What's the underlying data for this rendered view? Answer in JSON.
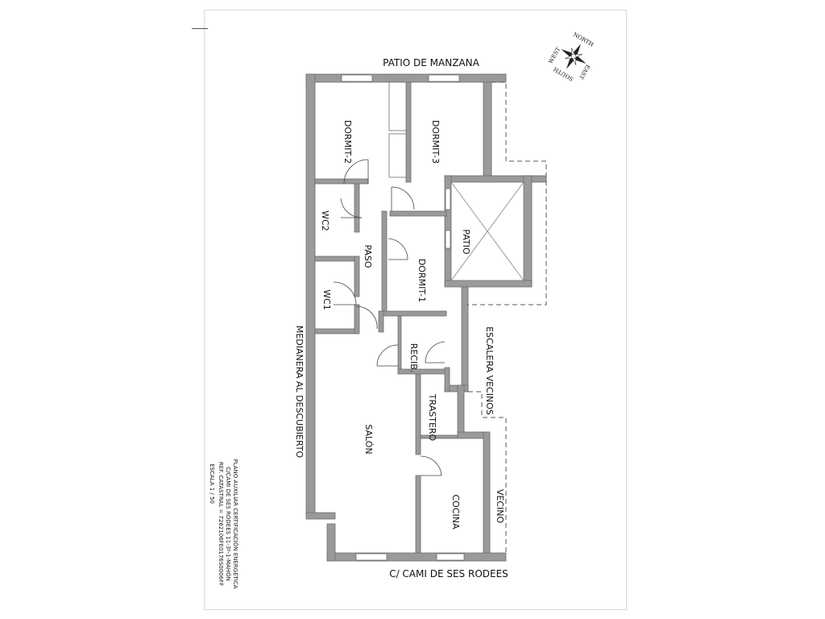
{
  "plan": {
    "street_top": "PATIO DE MANZANA",
    "street_bottom": "C/ CAMI DE SES RODEES",
    "side_left": "MEDIANERA AL DESCUBIERTO",
    "stairs": "ESCALERA VECINOS",
    "neighbor": "VECINO",
    "rooms": {
      "dormit2": "DORMIT-2",
      "dormit3": "DORMIT-3",
      "dormit1": "DORMIT-1",
      "patio": "PATIO",
      "wc2": "WC2",
      "wc1": "WC1",
      "paso": "PASO",
      "recib": "RECIB.",
      "trastero": "TRASTERO",
      "salon": "SALÓN",
      "cocina": "COCINA"
    }
  },
  "compass": {
    "north": "NORTH",
    "south": "SOUTH",
    "east": "EAST",
    "west": "WEST"
  },
  "title_block": {
    "line1": "PLANO AUXILIAR CERTIFICACIÓN ENERGÉTICA",
    "line2": "C/CAMI DE SES RODEES 11-3º-1-MAHÓN",
    "line3": "REF. CATASTRAL = 7262106FE0176S0006FF",
    "line4": "ESCALA 1 / 50"
  },
  "colors": {
    "wall": "#9a9a9a",
    "wall_edge": "#6f6f6f",
    "line": "#333333"
  }
}
